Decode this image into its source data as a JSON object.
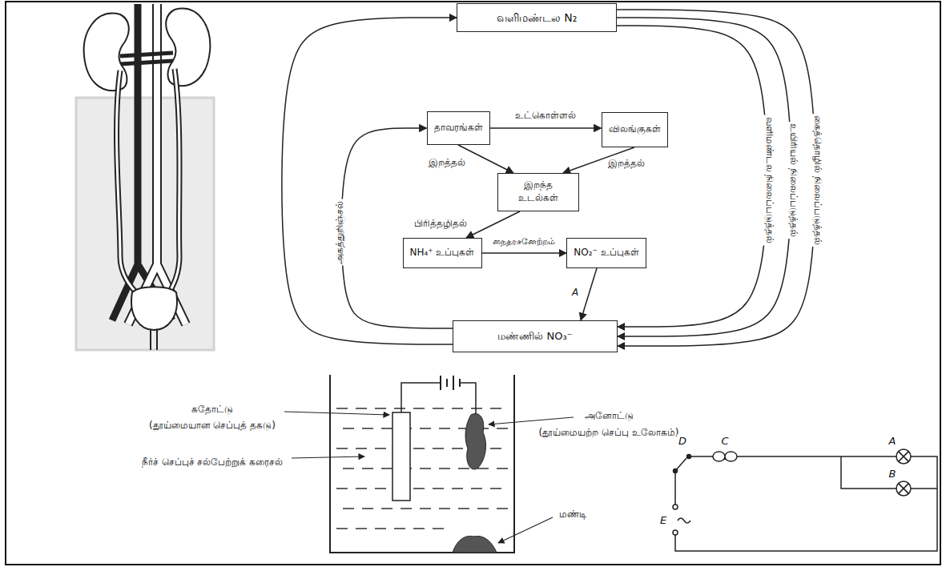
{
  "diagram": {
    "nodes": [
      {
        "text": [
          "வளிமண்டல N₂"
        ]
      },
      {
        "text": [
          "தாவரங்கள்"
        ]
      },
      {
        "text": [
          "விலங்குகள்"
        ]
      },
      {
        "text": [
          "இறந்த உடல்கள்"
        ]
      },
      {
        "text": [
          "NH₄⁺ உப்புகள்"
        ]
      },
      {
        "text": [
          "NO₂⁻ உப்புகள்"
        ]
      },
      {
        "text": [
          "மண்ணில் NO₃⁻"
        ]
      }
    ],
    "edges": [
      {
        "from": 1,
        "to": 2,
        "label": "உட்கொள்ளல்",
        "arrow": "to"
      },
      {
        "from": 1,
        "to": 3,
        "label": "இறத்தல்",
        "arrow": "to"
      },
      {
        "from": 2,
        "to": 3,
        "label": "இறத்தல்",
        "arrow": "to"
      },
      {
        "from": 3,
        "to": 4,
        "label": "பிரித்தழிதல்",
        "arrow": "to"
      },
      {
        "from": 4,
        "to": 5,
        "label": "நைதரசனேற்றம்",
        "arrow": "to"
      },
      {
        "from": 5,
        "to": 6,
        "label": "A",
        "arrow": "to"
      },
      {
        "from": 6,
        "to": 1,
        "label": "அகத்துறிஞ்சல்",
        "arrow": "to"
      },
      {
        "from": 6,
        "to": 0,
        "arrow": "to"
      },
      {
        "from": 0,
        "to": 6,
        "label": "வளிமண்டல நிலைப்படுத்தல்",
        "arrow": "to"
      },
      {
        "from": 0,
        "to": 6,
        "label": "உயிரியல் நிலைப்படுத்தல்",
        "arrow": "to"
      },
      {
        "from": 0,
        "to": 6,
        "label": "கைத்தொழில் நிலைப்படுத்தல்",
        "arrow": "to"
      }
    ],
    "labels": [
      "கதோட்டு",
      "(தூய்மையான செப்புத் தகடு)",
      "நீர்ச் செப்புச் சல்பேற்றுக் கரைசல்",
      "அனோட்டு",
      "(தூய்மையற்ற செப்பு உலோகம்)",
      "மண்டி",
      "A",
      "B",
      "C",
      "D",
      "E"
    ]
  }
}
